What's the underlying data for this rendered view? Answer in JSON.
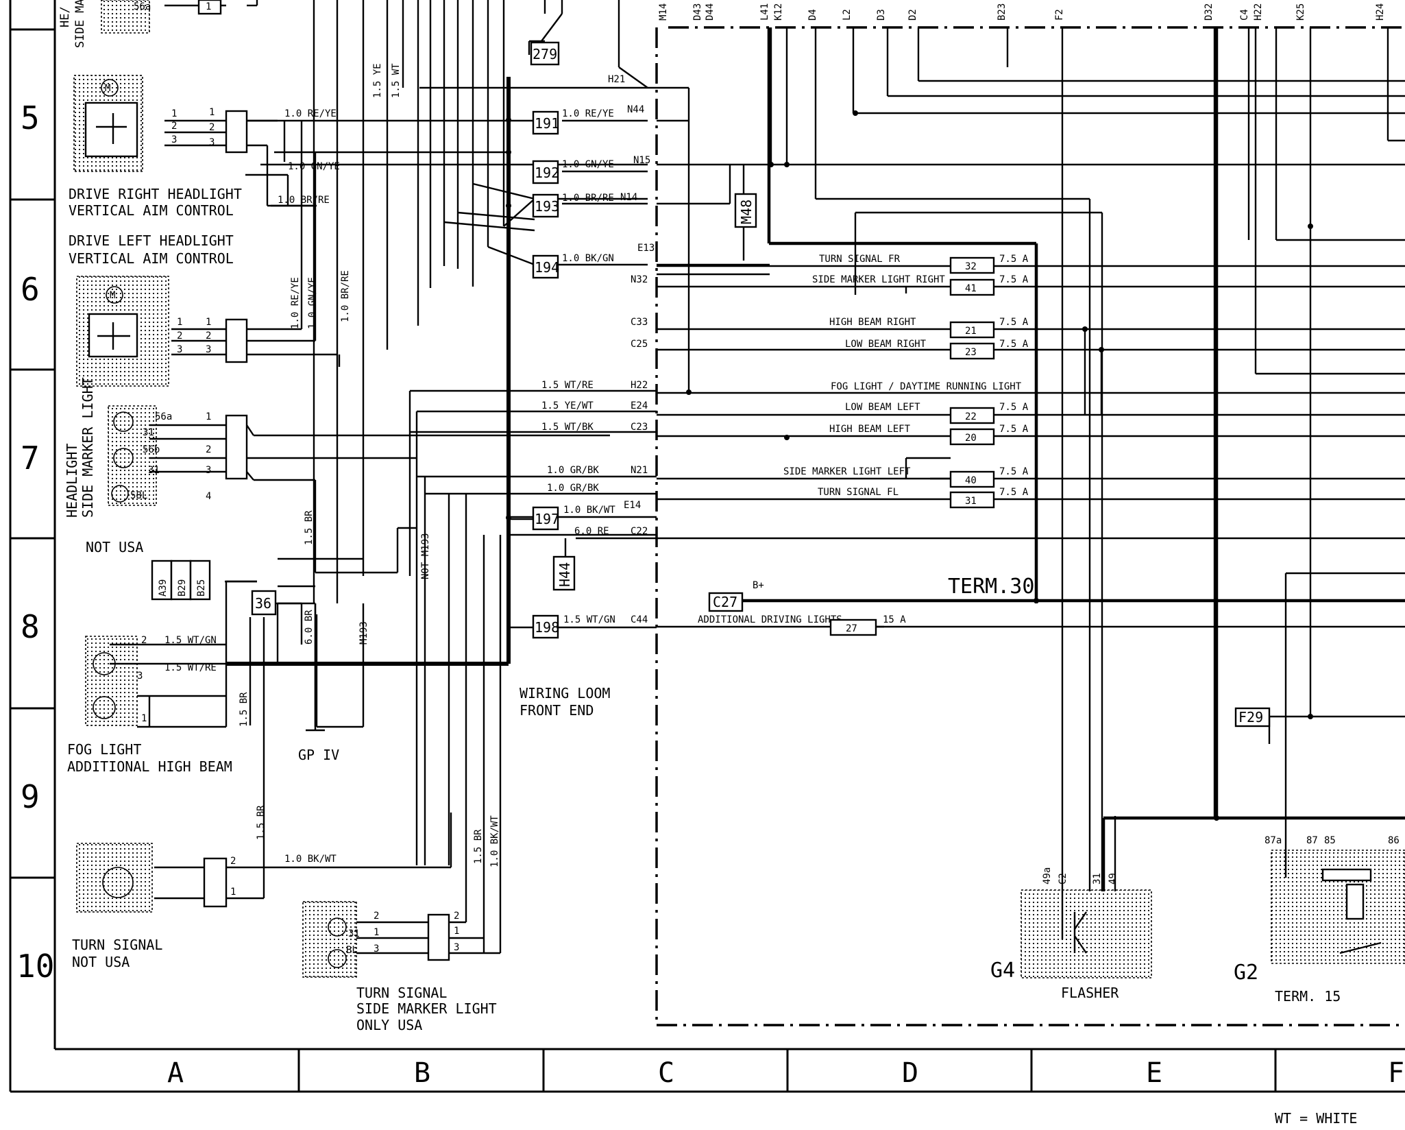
{
  "rows": [
    "5",
    "6",
    "7",
    "8",
    "9",
    "10"
  ],
  "columns": [
    "A",
    "B",
    "C",
    "D",
    "E",
    "F"
  ],
  "components": {
    "drive_right": [
      "DRIVE RIGHT HEADLIGHT",
      "VERTICAL AIM CONTROL"
    ],
    "drive_left": [
      "DRIVE LEFT HEADLIGHT",
      "VERTICAL AIM CONTROL"
    ],
    "headlight_side_marker": [
      "HEADLIGHT",
      "SIDE MARKER LIGHT"
    ],
    "not_usa": "NOT USA",
    "fog_light": [
      "FOG LIGHT",
      "ADDITIONAL HIGH BEAM"
    ],
    "turn_signal_not_usa": [
      "TURN SIGNAL",
      "NOT USA"
    ],
    "turn_signal_usa": [
      "TURN SIGNAL",
      "SIDE MARKER LIGHT",
      "ONLY USA"
    ],
    "wiring_loom": [
      "WIRING LOOM",
      "FRONT END"
    ],
    "gp": "GP IV",
    "flasher": "FLASHER",
    "g4": "G4",
    "g2": "G2",
    "term15": "TERM. 15",
    "term30": "TERM.30",
    "partial_top": [
      "HE/",
      "SIDE MA"
    ]
  },
  "connectors": {
    "c279": "279",
    "c191": "191",
    "c192": "192",
    "c193": "193",
    "c194": "194",
    "c197": "197",
    "c198": "198",
    "c36": "36",
    "h44": "H44",
    "m48": "M48",
    "c27": "C27",
    "f29": "F29",
    "a39": "A39",
    "b29": "B29",
    "b25": "B25",
    "bplus": "B+"
  },
  "wires": {
    "re_ye": "1.0 RE/YE",
    "gn_ye": "1.0 GN/YE",
    "br_re": "1.0 BR/RE",
    "bk_gn": "1.0 BK/GN",
    "wt_re": "1.5 WT/RE",
    "ye_wt": "1.5 YE/WT",
    "wt_bk": "1.5 WT/BK",
    "gr_bk": "1.0 GR/BK",
    "bk_wt": "1.0 BK/WT",
    "re6": "6.0 RE",
    "wt_gn": "1.5 WT/GN",
    "wt_gn2": "1.5 WT/GN",
    "wt_re2": "1.5 WT/RE",
    "br15": "1.5 BR",
    "br6": "6.0 BR",
    "bk_wt2": "1.0 BK/WT",
    "ye15": "1.5 YE",
    "wt15": "1.5 WT",
    "not_m193": "NOT M193",
    "m193": "M193",
    "bk_wt3": "1.0 BK/WT"
  },
  "pins": {
    "h21": "H21",
    "n44": "N44",
    "n15": "N15",
    "n14": "N14",
    "e13": "E13",
    "n32": "N32",
    "c33": "C33",
    "c25": "C25",
    "h22": "H22",
    "e24": "E24",
    "c23": "C23",
    "n21": "N21",
    "e14": "E14",
    "c22": "C22",
    "c44": "C44",
    "top": [
      "M14",
      "D43",
      "D44",
      "L41",
      "K12",
      "D4",
      "L2",
      "D3",
      "D2",
      "B23",
      "F2",
      "D32",
      "C4",
      "H22",
      "K25",
      "H24"
    ]
  },
  "fuses": [
    {
      "label": "TURN SIGNAL   FR",
      "num": "32",
      "amp": "7.5 A"
    },
    {
      "label": "SIDE MARKER LIGHT  RIGHT",
      "num": "41",
      "amp": "7.5 A"
    },
    {
      "label": "HIGH BEAM   RIGHT",
      "num": "21",
      "amp": "7.5 A"
    },
    {
      "label": "LOW BEAM  RIGHT",
      "num": "23",
      "amp": "7.5 A"
    },
    {
      "label": "FOG LIGHT / DAYTIME RUNNING LIGHT"
    },
    {
      "label": "LOW BEAM   LEFT",
      "num": "22",
      "amp": "7.5 A"
    },
    {
      "label": "HIGH BEAM   LEFT",
      "num": "20",
      "amp": "7.5 A"
    },
    {
      "label": "SIDE MARKER LIGHT  LEFT",
      "num": "40",
      "amp": "7.5 A"
    },
    {
      "label": "TURN SIGNAL    FL",
      "num": "31",
      "amp": "7.5 A"
    },
    {
      "label": "ADDITIONAL DRIVING LIGHTS",
      "num": "27",
      "amp": "15 A"
    }
  ],
  "pin_numbers": {
    "p1": "1",
    "p2": "2",
    "p3": "3",
    "p4": "4",
    "p56a": "56a",
    "p31": "31",
    "p56b": "56b",
    "p58l": "58L",
    "pbl": "BL",
    "p49a": "49a",
    "pc2": "C2",
    "p49": "49",
    "p87a": "87a",
    "p87": "87",
    "p85": "85",
    "p86": "86"
  },
  "legend": "WT = WHITE"
}
